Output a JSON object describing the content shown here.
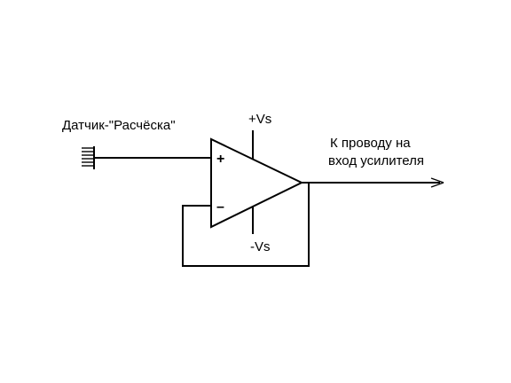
{
  "diagram": {
    "sensor_label": "Датчик-\"Расчёска\"",
    "positive_supply": "+Vs",
    "negative_supply": "-Vs",
    "plus_sign": "+",
    "minus_sign": "–",
    "output_label_line1": "К проводу на",
    "output_label_line2": "вход усилителя"
  }
}
